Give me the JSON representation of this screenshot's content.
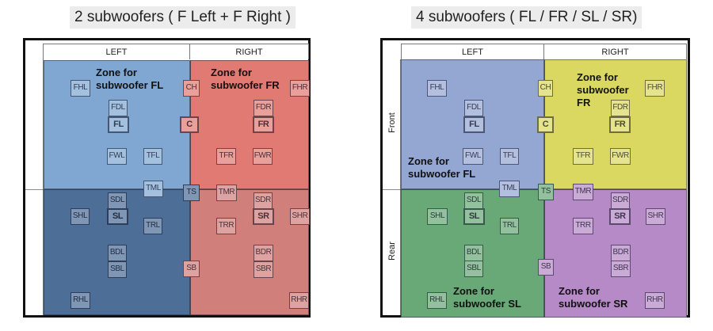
{
  "titles": {
    "left": "2 subwoofers ( F Left + F Right )",
    "right": "4 subwoofers ( FL / FR / SL / SR)"
  },
  "headers": {
    "left": "LEFT",
    "right": "RIGHT"
  },
  "side_labels": {
    "front": "Front",
    "rear": "Rear"
  },
  "panel1": {
    "zones": [
      {
        "id": "fl",
        "color": "#7fa7d2"
      },
      {
        "id": "fr",
        "color": "#e07a73"
      },
      {
        "id": "sl",
        "color": "#4d6f97"
      },
      {
        "id": "sr",
        "color": "#d17f7b"
      }
    ],
    "zone_labels": {
      "fl": [
        "Zone for",
        "subwoofer FL"
      ],
      "fr": [
        "Zone for",
        "subwoofer FR"
      ]
    }
  },
  "panel2": {
    "zones": [
      {
        "id": "fl",
        "color": "#94a6d2"
      },
      {
        "id": "fr",
        "color": "#dbd862"
      },
      {
        "id": "sl",
        "color": "#69a877"
      },
      {
        "id": "sr",
        "color": "#b58ac6"
      }
    ],
    "zone_labels": {
      "fl": [
        "Zone for",
        "subwoofer FL"
      ],
      "fr": [
        "Zone for",
        "subwoofer",
        "FR"
      ],
      "sl": [
        "Zone for",
        "subwoofer SL"
      ],
      "sr": [
        "Zone for",
        "subwoofer SR"
      ]
    }
  },
  "speakers": [
    "FHL",
    "CH",
    "FHR",
    "FDL",
    "FDR",
    "FL",
    "C",
    "FR",
    "FWL",
    "TFL",
    "TFR",
    "FWR",
    "TML",
    "TS",
    "TMR",
    "SDL",
    "SDR",
    "SHL",
    "SL",
    "SR",
    "SHR",
    "TRL",
    "TRR",
    "BDL",
    "BDR",
    "SBL",
    "SB",
    "SBR",
    "RHL",
    "RHR"
  ]
}
